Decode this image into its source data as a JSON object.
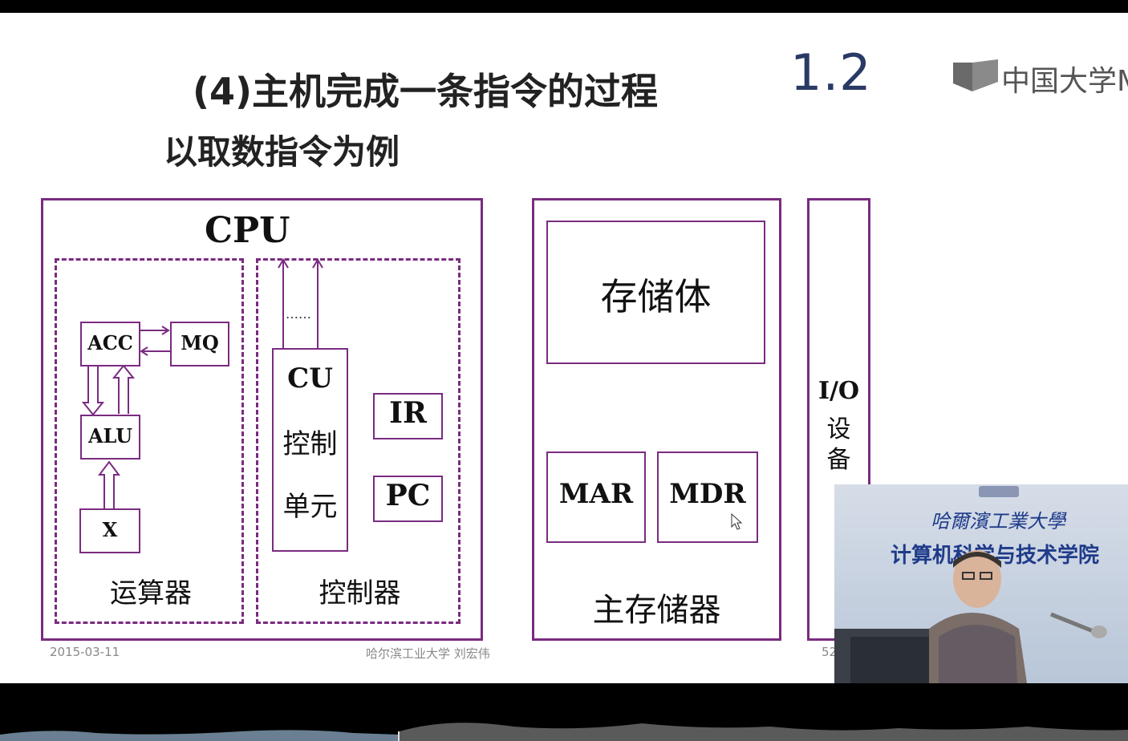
{
  "slide": {
    "title": "(4)主机完成一条指令的过程",
    "subtitle": "以取数指令为例",
    "version": "1.2",
    "logo_text": "中国大学M",
    "cpu": {
      "label": "CPU",
      "alu_unit_label": "运算器",
      "control_unit_label": "控制器",
      "acc": "ACC",
      "mq": "MQ",
      "alu": "ALU",
      "x": "X",
      "cu_line1": "CU",
      "cu_line2": "控制",
      "cu_line3": "单元",
      "ir": "IR",
      "pc": "PC",
      "dots": "……"
    },
    "memory": {
      "storage_body": "存储体",
      "mar": "MAR",
      "mdr": "MDR",
      "label": "主存储器"
    },
    "io": {
      "line1": "I/O",
      "line2": "设",
      "line3": "备"
    },
    "footer": {
      "date": "2015-03-11",
      "author": "哈尔滨工业大学  刘宏伟",
      "page": "52"
    }
  },
  "webcam": {
    "sign_line1": "哈爾濱工業大學",
    "sign_line2": "计算机科学与技术学院"
  },
  "colors": {
    "diagram": "#7a2b80",
    "version": "#2a3a66",
    "footer": "#888888"
  }
}
